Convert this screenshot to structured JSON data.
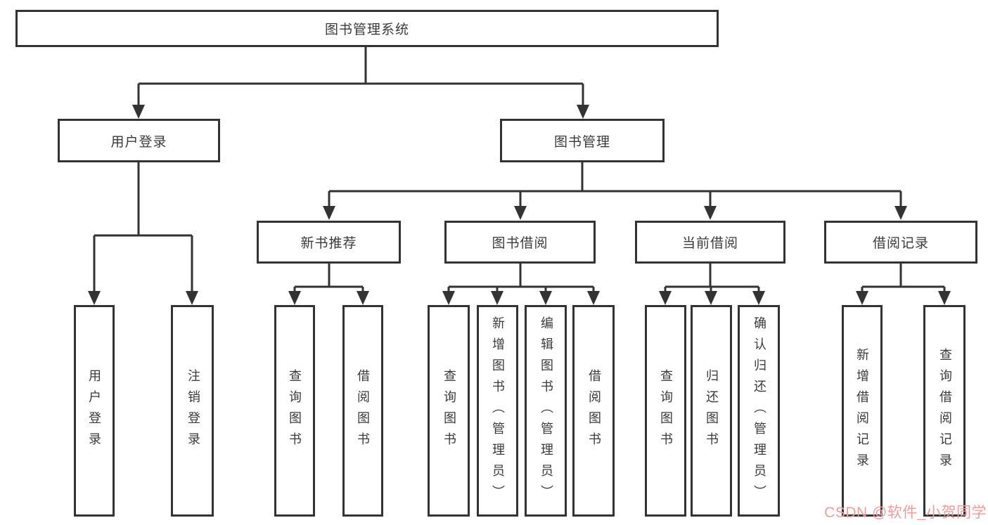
{
  "tree": {
    "label": "图书管理系统",
    "children": [
      {
        "label": "用户登录",
        "children": [
          {
            "label": "用户登录"
          },
          {
            "label": "注销登录"
          }
        ]
      },
      {
        "label": "图书管理",
        "children": [
          {
            "label": "新书推荐",
            "children": [
              {
                "label": "查询图书"
              },
              {
                "label": "借阅图书"
              }
            ]
          },
          {
            "label": "图书借阅",
            "children": [
              {
                "label": "查询图书"
              },
              {
                "label": "新增图书（管理员）"
              },
              {
                "label": "编辑图书（管理员）"
              },
              {
                "label": "借阅图书"
              }
            ]
          },
          {
            "label": "当前借阅",
            "children": [
              {
                "label": "查询图书"
              },
              {
                "label": "归还图书"
              },
              {
                "label": "确认归还（管理员）"
              }
            ]
          },
          {
            "label": "借阅记录",
            "children": [
              {
                "label": "新增借阅记录"
              },
              {
                "label": "查询借阅记录"
              }
            ]
          }
        ]
      }
    ]
  },
  "watermark": {
    "text": "CSDN @软件_小贺同学",
    "color": "#ef9c9c"
  },
  "colors": {
    "line": "#333333",
    "box_border": "#333333",
    "text": "#3a3a3a",
    "background": "#ffffff"
  }
}
